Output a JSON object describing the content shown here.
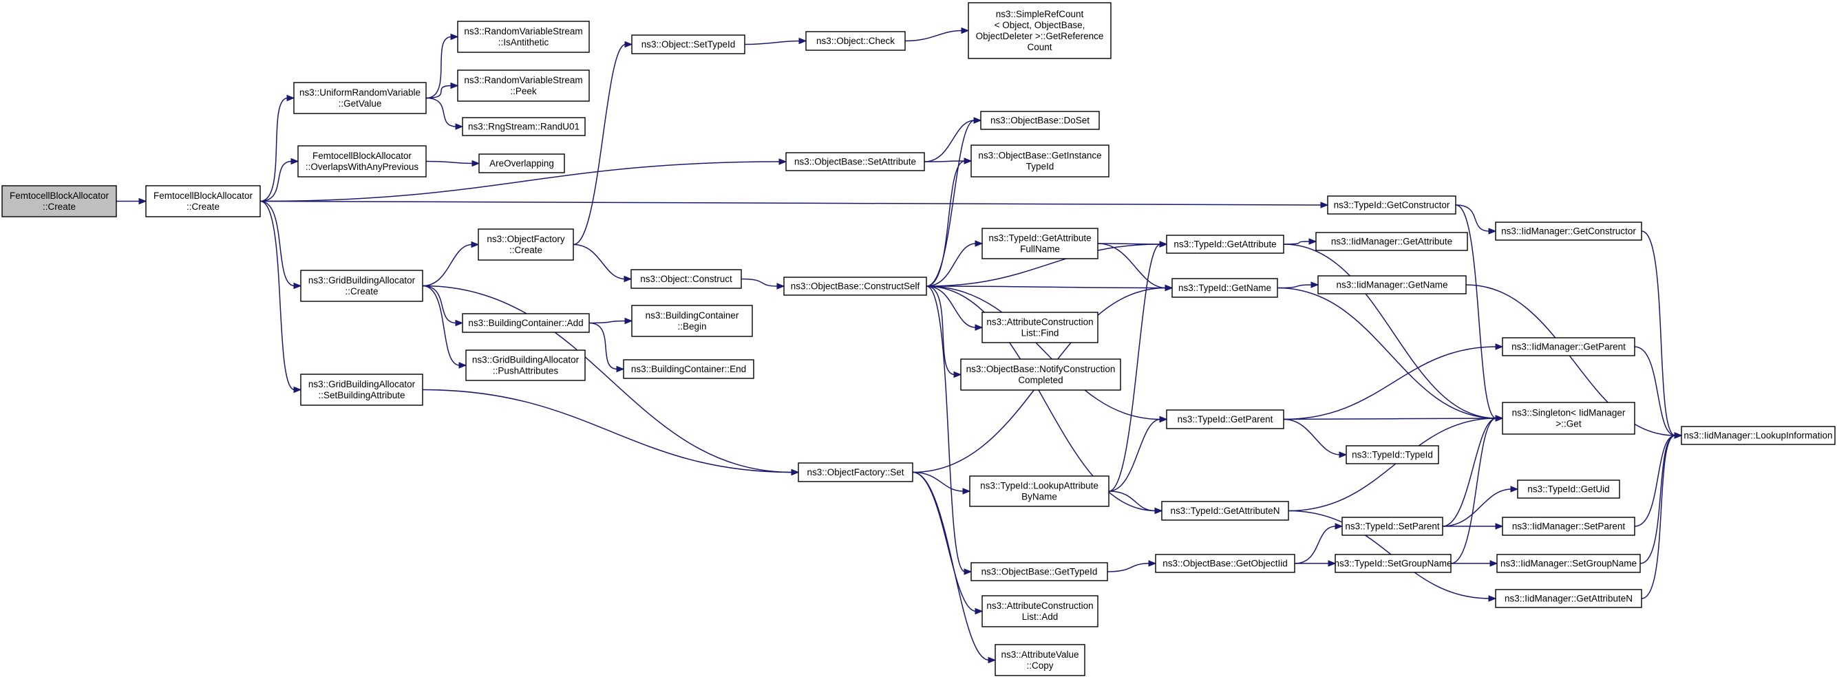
{
  "graph": {
    "nodes": [
      {
        "id": "root",
        "lines": [
          "FemtocellBlockAllocator",
          "::Create"
        ],
        "root": true
      },
      {
        "id": "fba_create",
        "lines": [
          "FemtocellBlockAllocator",
          "::Create"
        ]
      },
      {
        "id": "urv_getvalue",
        "lines": [
          "ns3::UniformRandomVariable",
          "::GetValue"
        ]
      },
      {
        "id": "rvs_isanti",
        "lines": [
          "ns3::RandomVariableStream",
          "::IsAntithetic"
        ]
      },
      {
        "id": "rvs_peek",
        "lines": [
          "ns3::RandomVariableStream",
          "::Peek"
        ]
      },
      {
        "id": "rng_randu01",
        "lines": [
          "ns3::RngStream::RandU01"
        ]
      },
      {
        "id": "fba_overlaps",
        "lines": [
          "FemtocellBlockAllocator",
          "::OverlapsWithAnyPrevious"
        ]
      },
      {
        "id": "are_overlapping",
        "lines": [
          "AreOverlapping"
        ]
      },
      {
        "id": "gba_create",
        "lines": [
          "ns3::GridBuildingAllocator",
          "::Create"
        ]
      },
      {
        "id": "gba_setbuildattr",
        "lines": [
          "ns3::GridBuildingAllocator",
          "::SetBuildingAttribute"
        ]
      },
      {
        "id": "objfactory_create",
        "lines": [
          "ns3::ObjectFactory",
          "::Create"
        ]
      },
      {
        "id": "bc_add",
        "lines": [
          "ns3::BuildingContainer::Add"
        ]
      },
      {
        "id": "gba_pushattr",
        "lines": [
          "ns3::GridBuildingAllocator",
          "::PushAttributes"
        ]
      },
      {
        "id": "bc_begin",
        "lines": [
          "ns3::BuildingContainer",
          "::Begin"
        ]
      },
      {
        "id": "bc_end",
        "lines": [
          "ns3::BuildingContainer::End"
        ]
      },
      {
        "id": "obj_settypeid",
        "lines": [
          "ns3::Object::SetTypeId"
        ]
      },
      {
        "id": "obj_check",
        "lines": [
          "ns3::Object::Check"
        ]
      },
      {
        "id": "srefcount",
        "lines": [
          "ns3::SimpleRefCount",
          "< Object, ObjectBase,",
          "ObjectDeleter >::GetReference",
          "Count"
        ]
      },
      {
        "id": "ob_setattr",
        "lines": [
          "ns3::ObjectBase::SetAttribute"
        ]
      },
      {
        "id": "obj_construct",
        "lines": [
          "ns3::Object::Construct"
        ]
      },
      {
        "id": "ob_constructself",
        "lines": [
          "ns3::ObjectBase::ConstructSelf"
        ]
      },
      {
        "id": "objfactory_set",
        "lines": [
          "ns3::ObjectFactory::Set"
        ]
      },
      {
        "id": "ob_doset",
        "lines": [
          "ns3::ObjectBase::DoSet"
        ]
      },
      {
        "id": "ob_getinsttypeid",
        "lines": [
          "ns3::ObjectBase::GetInstance",
          "TypeId"
        ]
      },
      {
        "id": "tid_getattrfullname",
        "lines": [
          "ns3::TypeId::GetAttribute",
          "FullName"
        ]
      },
      {
        "id": "acl_find",
        "lines": [
          "ns3::AttributeConstruction",
          "List::Find"
        ]
      },
      {
        "id": "ob_notify",
        "lines": [
          "ns3::ObjectBase::NotifyConstruction",
          "Completed"
        ]
      },
      {
        "id": "tid_lookupattr",
        "lines": [
          "ns3::TypeId::LookupAttribute",
          "ByName"
        ]
      },
      {
        "id": "ob_gettypeid",
        "lines": [
          "ns3::ObjectBase::GetTypeId"
        ]
      },
      {
        "id": "acl_add",
        "lines": [
          "ns3::AttributeConstruction",
          "List::Add"
        ]
      },
      {
        "id": "av_copy",
        "lines": [
          "ns3::AttributeValue",
          "::Copy"
        ]
      },
      {
        "id": "tid_getattr",
        "lines": [
          "ns3::TypeId::GetAttribute"
        ]
      },
      {
        "id": "tid_getname",
        "lines": [
          "ns3::TypeId::GetName"
        ]
      },
      {
        "id": "tid_getparent",
        "lines": [
          "ns3::TypeId::GetParent"
        ]
      },
      {
        "id": "tid_getattrn",
        "lines": [
          "ns3::TypeId::GetAttributeN"
        ]
      },
      {
        "id": "ob_getobjectiid",
        "lines": [
          "ns3::ObjectBase::GetObjectIid"
        ]
      },
      {
        "id": "tid_getconstructor",
        "lines": [
          "ns3::TypeId::GetConstructor"
        ]
      },
      {
        "id": "iid_getattr",
        "lines": [
          "ns3::IidManager::GetAttribute"
        ]
      },
      {
        "id": "iid_getname",
        "lines": [
          "ns3::IidManager::GetName"
        ]
      },
      {
        "id": "tid_typeid",
        "lines": [
          "ns3::TypeId::TypeId"
        ]
      },
      {
        "id": "tid_setparent",
        "lines": [
          "ns3::TypeId::SetParent"
        ]
      },
      {
        "id": "tid_setgroupname",
        "lines": [
          "ns3::TypeId::SetGroupName"
        ]
      },
      {
        "id": "iid_getconstructor",
        "lines": [
          "ns3::IidManager::GetConstructor"
        ]
      },
      {
        "id": "iid_getparent",
        "lines": [
          "ns3::IidManager::GetParent"
        ]
      },
      {
        "id": "singleton_get",
        "lines": [
          "ns3::Singleton< IidManager",
          ">::Get"
        ]
      },
      {
        "id": "tid_getuid",
        "lines": [
          "ns3::TypeId::GetUid"
        ]
      },
      {
        "id": "iid_setparent",
        "lines": [
          "ns3::IidManager::SetParent"
        ]
      },
      {
        "id": "iid_setgroupname",
        "lines": [
          "ns3::IidManager::SetGroupName"
        ]
      },
      {
        "id": "iid_getattrn",
        "lines": [
          "ns3::IidManager::GetAttributeN"
        ]
      },
      {
        "id": "iid_lookupinfo",
        "lines": [
          "ns3::IidManager::LookupInformation"
        ]
      }
    ],
    "edges": [
      [
        "root",
        "fba_create"
      ],
      [
        "fba_create",
        "urv_getvalue"
      ],
      [
        "fba_create",
        "fba_overlaps"
      ],
      [
        "fba_create",
        "ob_setattr"
      ],
      [
        "fba_create",
        "gba_create"
      ],
      [
        "fba_create",
        "gba_setbuildattr"
      ],
      [
        "fba_create",
        "tid_getconstructor"
      ],
      [
        "urv_getvalue",
        "rvs_isanti"
      ],
      [
        "urv_getvalue",
        "rvs_peek"
      ],
      [
        "urv_getvalue",
        "rng_randu01"
      ],
      [
        "fba_overlaps",
        "are_overlapping"
      ],
      [
        "gba_create",
        "objfactory_create"
      ],
      [
        "gba_create",
        "bc_add"
      ],
      [
        "gba_create",
        "gba_pushattr"
      ],
      [
        "gba_create",
        "objfactory_set"
      ],
      [
        "gba_setbuildattr",
        "objfactory_set"
      ],
      [
        "objfactory_create",
        "obj_settypeid"
      ],
      [
        "objfactory_create",
        "obj_construct"
      ],
      [
        "bc_add",
        "bc_begin"
      ],
      [
        "bc_add",
        "bc_end"
      ],
      [
        "obj_settypeid",
        "obj_check"
      ],
      [
        "obj_check",
        "srefcount"
      ],
      [
        "ob_setattr",
        "ob_doset"
      ],
      [
        "ob_setattr",
        "ob_getinsttypeid"
      ],
      [
        "obj_construct",
        "ob_constructself"
      ],
      [
        "ob_constructself",
        "ob_doset"
      ],
      [
        "ob_constructself",
        "ob_getinsttypeid"
      ],
      [
        "ob_constructself",
        "tid_getattrfullname"
      ],
      [
        "ob_constructself",
        "tid_getattr"
      ],
      [
        "ob_constructself",
        "tid_getname"
      ],
      [
        "ob_constructself",
        "acl_find"
      ],
      [
        "ob_constructself",
        "ob_notify"
      ],
      [
        "ob_constructself",
        "tid_getparent"
      ],
      [
        "ob_constructself",
        "tid_getattrn"
      ],
      [
        "ob_constructself",
        "ob_gettypeid"
      ],
      [
        "objfactory_set",
        "tid_getname"
      ],
      [
        "objfactory_set",
        "tid_lookupattr"
      ],
      [
        "objfactory_set",
        "acl_add"
      ],
      [
        "objfactory_set",
        "av_copy"
      ],
      [
        "tid_getattrfullname",
        "tid_getattr"
      ],
      [
        "tid_getattrfullname",
        "tid_getname"
      ],
      [
        "tid_lookupattr",
        "tid_getattr"
      ],
      [
        "tid_lookupattr",
        "tid_getparent"
      ],
      [
        "tid_lookupattr",
        "tid_getattrn"
      ],
      [
        "ob_gettypeid",
        "ob_getobjectiid"
      ],
      [
        "tid_getattr",
        "iid_getattr"
      ],
      [
        "tid_getattr",
        "singleton_get"
      ],
      [
        "tid_getname",
        "iid_getname"
      ],
      [
        "tid_getname",
        "singleton_get"
      ],
      [
        "tid_getparent",
        "iid_getparent"
      ],
      [
        "tid_getparent",
        "singleton_get"
      ],
      [
        "tid_getparent",
        "tid_typeid"
      ],
      [
        "tid_getattrn",
        "singleton_get"
      ],
      [
        "tid_getattrn",
        "iid_getattrn"
      ],
      [
        "ob_getobjectiid",
        "tid_setparent"
      ],
      [
        "ob_getobjectiid",
        "tid_setgroupname"
      ],
      [
        "tid_getconstructor",
        "iid_getconstructor"
      ],
      [
        "tid_getconstructor",
        "singleton_get"
      ],
      [
        "tid_setparent",
        "tid_getuid"
      ],
      [
        "tid_setparent",
        "iid_setparent"
      ],
      [
        "tid_setparent",
        "singleton_get"
      ],
      [
        "tid_setgroupname",
        "singleton_get"
      ],
      [
        "tid_setgroupname",
        "iid_setgroupname"
      ],
      [
        "iid_getconstructor",
        "iid_lookupinfo"
      ],
      [
        "iid_getname",
        "iid_lookupinfo"
      ],
      [
        "iid_getparent",
        "iid_lookupinfo"
      ],
      [
        "iid_setparent",
        "iid_lookupinfo"
      ],
      [
        "iid_setgroupname",
        "iid_lookupinfo"
      ],
      [
        "iid_getattrn",
        "iid_lookupinfo"
      ]
    ]
  }
}
